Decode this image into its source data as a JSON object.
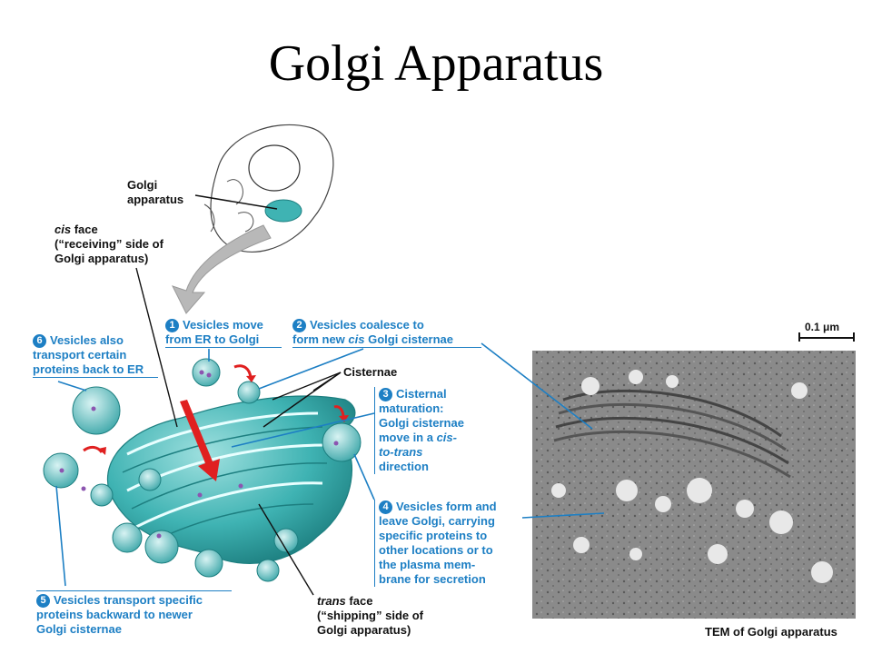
{
  "title": "Golgi Apparatus",
  "labels": {
    "golgi_top": [
      "Golgi",
      "apparatus"
    ],
    "cis_face": {
      "italic": "cis",
      "rest": " face",
      "line2": "(“receiving” side of",
      "line3": "Golgi apparatus)"
    },
    "trans_face": {
      "italic": "trans",
      "rest": " face",
      "line2": "(“shipping” side of",
      "line3": "Golgi apparatus)"
    },
    "cisternae": "Cisternae",
    "scale_bar": "0.1 μm",
    "tem_caption": "TEM of Golgi apparatus"
  },
  "steps": {
    "s1": {
      "num": "1",
      "line1": "Vesicles move",
      "line2": "from ER to Golgi"
    },
    "s2": {
      "num": "2",
      "line1": "Vesicles coalesce to",
      "line2a": "form new ",
      "line2_italic": "cis",
      "line2b": " Golgi cisternae"
    },
    "s3": {
      "num": "3",
      "line1": "Cisternal",
      "line2": "maturation:",
      "line3": "Golgi cisternae",
      "line4a": "move in a ",
      "line4_italic": "cis-",
      "line5_italic1": "to-",
      "line5_italic2": "trans",
      "line6": "direction"
    },
    "s4": {
      "num": "4",
      "line1": "Vesicles form and",
      "line2": "leave Golgi, carrying",
      "line3": "specific proteins to",
      "line4": "other locations or to",
      "line5": "the plasma mem-",
      "line6": "brane for secretion"
    },
    "s5": {
      "num": "5",
      "line1": "Vesicles transport specific",
      "line2": "proteins backward to newer",
      "line3": "Golgi cisternae"
    },
    "s6": {
      "num": "6",
      "line1": "Vesicles also",
      "line2": "transport certain",
      "line3": "proteins back to ER"
    }
  },
  "colors": {
    "accent_blue": "#1d7fc4",
    "golgi_teal": "#3fb3b3",
    "arrow_red": "#e02020"
  }
}
